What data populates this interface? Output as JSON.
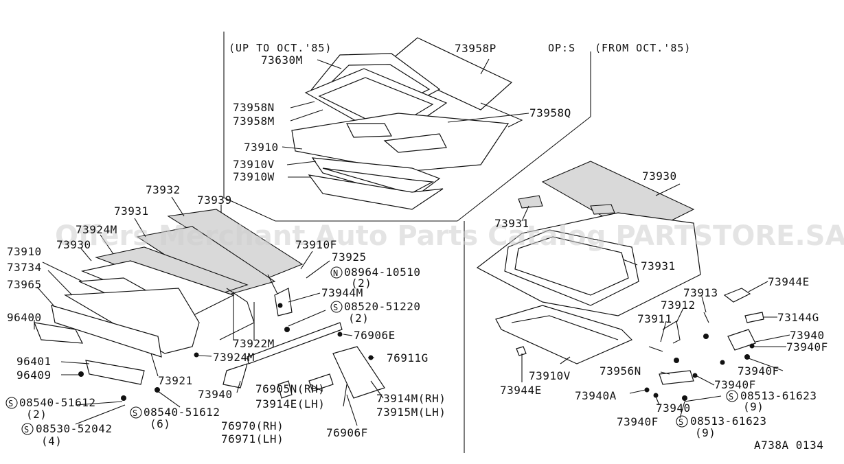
{
  "diagram": {
    "headers": {
      "upto": "(UP TO OCT.'85)",
      "ops": "OP:S",
      "from": "(FROM OCT.'85)"
    },
    "watermark": "Offers Merchant Auto Parts Catalog PARTSTORE.SA",
    "code": "A738A 0134",
    "labels": {
      "p73958P": "73958P",
      "p73630M": "73630M",
      "p73958N": "73958N",
      "p73958M": "73958M",
      "p73958Q": "73958Q",
      "p73910_top": "73910",
      "p73910V_top": "73910V",
      "p73910W": "73910W",
      "p73930_right": "73930",
      "p73931_r1": "73931",
      "p73931_r2": "73931",
      "p73932": "73932",
      "p73939": "73939",
      "p73931_left": "73931",
      "p73924M_top": "73924M",
      "p73930_left": "73930",
      "p73910F": "73910F",
      "p73910_left": "73910",
      "p73734": "73734",
      "p73925": "73925",
      "p08964": "08964-10510",
      "p08964_qty": "(2)",
      "p73965": "73965",
      "p73944M": "73944M",
      "p08520": "08520-51220",
      "p08520_qty": "(2)",
      "p96400": "96400",
      "p76906E": "76906E",
      "p73922M": "73922M",
      "p73924M_bot": "73924M",
      "p76911G": "76911G",
      "p96401": "96401",
      "p96409": "96409",
      "p73921": "73921",
      "p08540_a": "08540-51612",
      "p08540_a_qty": "(2)",
      "p73940_left": "73940",
      "p76905N": "76905N(RH)",
      "p73914E": "73914E(LH)",
      "p73914M": "73914M(RH)",
      "p73915M": "73915M(LH)",
      "p08540_b": "08540-51612",
      "p08540_b_qty": "(6)",
      "p08530": "08530-52042",
      "p08530_qty": "(4)",
      "p76970": "76970(RH)",
      "p76971": "76971(LH)",
      "p76906F": "76906F",
      "p73944E_right": "73944E",
      "p73913": "73913",
      "p73912": "73912",
      "p73911": "73911",
      "p73144G": "73144G",
      "p73940_r1": "73940",
      "p73940F_r1": "73940F",
      "p73910V_right": "73910V",
      "p73956N": "73956N",
      "p73940F_r2": "73940F",
      "p73944E_left": "73944E",
      "p73940F_r3": "73940F",
      "p73940A": "73940A",
      "p08513_a": "08513-61623",
      "p08513_a_qty": "(9)",
      "p73940_r2": "73940",
      "p73940F_r4": "73940F",
      "p08513_b": "08513-61623",
      "p08513_b_qty": "(9)"
    }
  }
}
